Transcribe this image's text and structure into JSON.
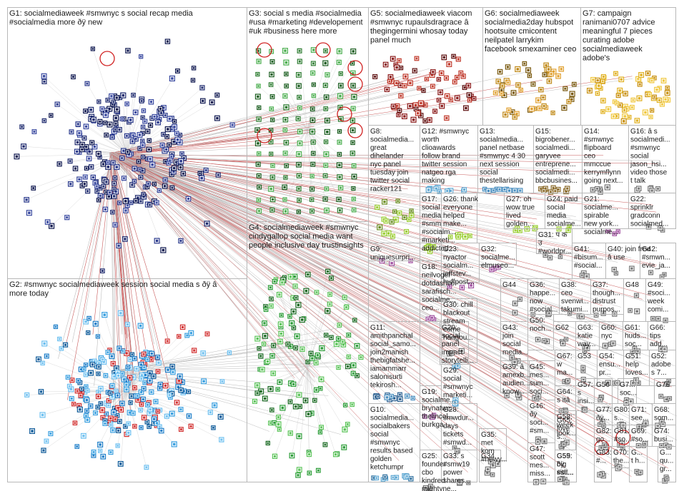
{
  "chart_data": {
    "type": "network",
    "groups": [
      {
        "id": "G1",
        "lines": [
          "G1: socialmediaweek #smwnyc s social recap media",
          "#socialmedia more ðÿ new"
        ],
        "palette": [
          "#1e2a6e",
          "#2b3a8c",
          "#0f1850",
          "#3a4aa0"
        ]
      },
      {
        "id": "G2",
        "lines": [
          "G2: #smwnyc socialmediaweek session social media s ðÿ â",
          "more today"
        ],
        "palette": [
          "#1f7fc9",
          "#3aa0e0",
          "#0d5a99",
          "#6ec0f0",
          "#d23030"
        ]
      },
      {
        "id": "G3",
        "lines": [
          "G3: social s media #socialmedia",
          "#usa #marketing #developement",
          "#uk #business here more"
        ],
        "palette": [
          "#2e7d32",
          "#1b5e20",
          "#4caf50"
        ]
      },
      {
        "id": "G4",
        "lines": [
          "G4: socialmediaweek #smwnyc",
          "cindygallop social media want",
          "people inclusive day trustinsights"
        ],
        "palette": [
          "#2e9e3a",
          "#5cc45a",
          "#1b6b24"
        ]
      },
      {
        "id": "G5",
        "lines": [
          "G5: socialmediaweek viacom",
          "#smwnyc rupaulsdragrace â",
          "thegingermini whosay today",
          "panel much"
        ],
        "palette": [
          "#8b1a1a",
          "#c0392b",
          "#5d0f0f"
        ]
      },
      {
        "id": "G6",
        "lines": [
          "G6: socialmediaweek",
          "socialmedia2day hubspot",
          "hootsuite cmicontent",
          "neilpatel larrykim",
          "facebook smexaminer ceo"
        ],
        "palette": [
          "#c08a1a",
          "#e0a030",
          "#7a5a10"
        ]
      },
      {
        "id": "G7",
        "lines": [
          "G7: campaign",
          "ranimani0707 advice",
          "meaningful 7 pieces",
          "curating adobe",
          "socialmediaweek",
          "adobe's"
        ],
        "palette": [
          "#e0b020",
          "#f0c840",
          "#c89010"
        ]
      },
      {
        "id": "G8",
        "lines": [
          "G8:",
          "socialmedia...",
          "great",
          "dihelander",
          "nyc panel",
          "tuesday join",
          "twitter social",
          "racker121"
        ],
        "palette": [
          "#9acd32",
          "#6b8e23"
        ]
      },
      {
        "id": "G9",
        "lines": [
          "G9:",
          "uniquesurpri..."
        ],
        "palette": [
          "#c080c0",
          "#a050a0"
        ]
      },
      {
        "id": "G10",
        "lines": [
          "G10:",
          "socialmedia...",
          "socialbakers",
          "social",
          "#smwnyc",
          "results based",
          "golden",
          "ketchumpr"
        ],
        "palette": [
          "#5fa8d3",
          "#2e6f9e"
        ]
      },
      {
        "id": "G11",
        "lines": [
          "G11:",
          "amithpanchal",
          "social_samo...",
          "join2manish",
          "thebigfatshe...",
          "iamammarr",
          "salonisurti",
          "tekirosh..."
        ],
        "palette": [
          "#4a8fc0",
          "#2a5f90"
        ]
      },
      {
        "id": "G12",
        "lines": [
          "G12: #smwnyc",
          "worth",
          "clioawards",
          "follow brand",
          "twitter session",
          "natgeo rga",
          "making"
        ],
        "palette": [
          "#5fa8d3"
        ]
      },
      {
        "id": "G13",
        "lines": [
          "G13:",
          "socialmedia...",
          "panel netbase",
          "#smwnyc 4 30",
          "next session",
          "social",
          "thestellarising"
        ],
        "palette": [
          "#4a8fc0"
        ]
      },
      {
        "id": "G14",
        "lines": [
          "G14:",
          "#smwnyc",
          "flipboard",
          "ceo",
          "mmccue",
          "kerrymflynn",
          "going next..."
        ],
        "palette": [
          "#777777"
        ]
      },
      {
        "id": "G15",
        "lines": [
          "G15:",
          "bigrobener...",
          "socialmedi...",
          "garyvee",
          "entreprene...",
          "socialmedi...",
          "bbcbusines..."
        ],
        "palette": [
          "#8a6a2a"
        ]
      },
      {
        "id": "G16",
        "lines": [
          "G16: â s",
          "socialmedi...",
          "#smwnyc",
          "social",
          "jason_hsi...",
          "video those",
          "t talk"
        ],
        "palette": [
          "#777777"
        ]
      },
      {
        "id": "G17",
        "lines": [
          "G17:",
          "social",
          "media",
          "#smm",
          "#socialm...",
          "#marketi...",
          "addicted..."
        ],
        "palette": [
          "#9acd32"
        ]
      },
      {
        "id": "G18",
        "lines": [
          "G18:",
          "neilvogel",
          "dotdashco",
          "sarafisch...",
          "socialme...",
          "ceo..."
        ],
        "palette": [
          "#a050a0"
        ]
      },
      {
        "id": "G19",
        "lines": [
          "G19:",
          "socialme...",
          "brynatwe...",
          "thelincol...",
          "burkga..."
        ],
        "palette": [
          "#a050a0"
        ]
      },
      {
        "id": "G20",
        "lines": [
          "G20:",
          "social",
          "panel",
          "impact",
          "storytelli..."
        ],
        "palette": [
          "#5fa8d3"
        ]
      },
      {
        "id": "G21",
        "lines": [
          "G21:",
          "socialme...",
          "spirable",
          "new york...",
          "socialme..."
        ],
        "palette": [
          "#a050a0"
        ]
      },
      {
        "id": "G22",
        "lines": [
          "G22:",
          "sprinklr",
          "gradconn",
          "socialmed..."
        ],
        "palette": [
          "#777777"
        ]
      },
      {
        "id": "G23",
        "lines": [
          "G23:",
          "nyactor",
          "socialm...",
          "jeffstev...",
          "huffpost..."
        ],
        "palette": [
          "#a050a0"
        ]
      },
      {
        "id": "G24",
        "lines": [
          "G24: paid",
          "social",
          "media",
          "socialme..."
        ],
        "palette": [
          "#9acd32"
        ]
      },
      {
        "id": "G25",
        "lines": [
          "G25:",
          "founder",
          "cbo",
          "kindred",
          "mightyne..."
        ],
        "palette": [
          "#777777"
        ]
      },
      {
        "id": "G26",
        "lines": [
          "G26: thank",
          "everyone",
          "helped",
          "make..."
        ],
        "palette": [
          "#9acd32"
        ]
      },
      {
        "id": "G27",
        "lines": [
          "G27: oh",
          "wow true",
          "lived",
          "golden..."
        ],
        "palette": [
          "#9acd32"
        ]
      },
      {
        "id": "G28",
        "lines": [
          "G28:",
          "smwdur...",
          "days",
          "tickets",
          "#smwd..."
        ],
        "palette": [
          "#777777"
        ]
      },
      {
        "id": "G29",
        "lines": [
          "G29:",
          "social",
          "#smwnyc",
          "marketi..."
        ],
        "palette": [
          "#5fa8d3"
        ]
      },
      {
        "id": "G30",
        "lines": [
          "G30: chill",
          "blackout",
          "stream",
          "come",
          "hangou..."
        ],
        "palette": [
          "#777777"
        ]
      },
      {
        "id": "G31",
        "lines": [
          "G31: प क",
          "उ",
          "#worldpr..."
        ],
        "palette": [
          "#777777"
        ]
      },
      {
        "id": "G32",
        "lines": [
          "G32:",
          "socialme...",
          "elmuseo..."
        ],
        "palette": [
          "#a050a0"
        ]
      },
      {
        "id": "G33",
        "lines": [
          "G33: s",
          "#smw19",
          "power",
          "shares..."
        ],
        "palette": [
          "#777777"
        ]
      },
      {
        "id": "G34",
        "lines": [
          "G34"
        ],
        "palette": [
          "#777777"
        ]
      },
      {
        "id": "G35",
        "lines": [
          "G35:",
          "met",
          "kom",
          "#newy..."
        ],
        "palette": [
          "#777777"
        ]
      },
      {
        "id": "G36",
        "lines": [
          "G36:",
          "happe...",
          "now",
          "#social..."
        ],
        "palette": [
          "#777777"
        ]
      },
      {
        "id": "G37",
        "lines": [
          "G37:",
          "though...",
          "distrust",
          "purpos..."
        ],
        "palette": [
          "#777777"
        ]
      },
      {
        "id": "G38",
        "lines": [
          "G38:",
          "ceo",
          "svenwi...",
          "takumi..."
        ],
        "palette": [
          "#777777"
        ]
      },
      {
        "id": "G39",
        "lines": [
          "G39: â",
          "amexb...",
          "audien...",
          "know..."
        ],
        "palette": [
          "#777777"
        ]
      },
      {
        "id": "G40",
        "lines": [
          "G40: join free",
          "â use"
        ],
        "palette": [
          "#777777"
        ]
      },
      {
        "id": "G41",
        "lines": [
          "G41:",
          "#bisum...",
          "#social..."
        ],
        "palette": [
          "#777777"
        ]
      },
      {
        "id": "G42",
        "lines": [
          "G42:",
          "#smwn...",
          "evie_ja..."
        ],
        "palette": [
          "#777777"
        ]
      },
      {
        "id": "G43",
        "lines": [
          "G43:",
          "join",
          "social",
          "media..."
        ],
        "palette": [
          "#777777"
        ]
      },
      {
        "id": "G44",
        "lines": [
          "G44"
        ],
        "palette": [
          "#777777"
        ]
      },
      {
        "id": "G45",
        "lines": [
          "G45:",
          "mes...",
          "sum...",
          "soci..."
        ],
        "palette": [
          "#777777"
        ]
      },
      {
        "id": "G46",
        "lines": [
          "G46:",
          "ðÿ",
          "soci...",
          "#sm..."
        ],
        "palette": [
          "#777777"
        ]
      },
      {
        "id": "G47",
        "lines": [
          "G47:",
          "scott",
          "mes...",
          "miss..."
        ],
        "palette": [
          "#777777"
        ]
      },
      {
        "id": "G48",
        "lines": [
          "G48"
        ],
        "palette": [
          "#777777"
        ]
      },
      {
        "id": "G49",
        "lines": [
          "G49:",
          "#soci...",
          "week",
          "comi..."
        ],
        "palette": [
          "#777777"
        ]
      },
      {
        "id": "G50",
        "lines": [
          "G50:",
          "noch..."
        ],
        "palette": [
          "#777777"
        ]
      },
      {
        "id": "G51",
        "lines": [
          "G51:",
          "help",
          "loves..."
        ],
        "palette": [
          "#777777"
        ]
      },
      {
        "id": "G52",
        "lines": [
          "G52:",
          "adobe",
          "s 7..."
        ],
        "palette": [
          "#777777"
        ]
      },
      {
        "id": "G53",
        "lines": [
          "G53"
        ],
        "palette": [
          "#777777"
        ]
      },
      {
        "id": "G54",
        "lines": [
          "G54:",
          "ensu...",
          "pr..."
        ],
        "palette": [
          "#777777"
        ]
      },
      {
        "id": "G55",
        "lines": [
          "G55:",
          "big",
          "#sit..."
        ],
        "palette": [
          "#777777"
        ]
      },
      {
        "id": "G56",
        "lines": [
          "G56"
        ],
        "palette": [
          "#777777"
        ]
      },
      {
        "id": "G57",
        "lines": [
          "G57:",
          "s",
          "insi..."
        ],
        "palette": [
          "#777777"
        ]
      },
      {
        "id": "G58",
        "lines": [
          "G58:",
          "week",
          "look..."
        ],
        "palette": [
          "#777777"
        ]
      },
      {
        "id": "G59",
        "lines": [
          "G59:",
          "ðÿ",
          "sitti..."
        ],
        "palette": [
          "#777777"
        ]
      },
      {
        "id": "G60",
        "lines": [
          "G60:",
          "nyc"
        ],
        "palette": [
          "#777777"
        ]
      },
      {
        "id": "G61",
        "lines": [
          "G61:",
          "huds...",
          "soc..."
        ],
        "palette": [
          "#777777"
        ]
      },
      {
        "id": "G62",
        "lines": [
          "G62"
        ],
        "palette": [
          "#777777"
        ]
      },
      {
        "id": "G63",
        "lines": [
          "G63:",
          "katie",
          "way..."
        ],
        "palette": [
          "#777777"
        ]
      },
      {
        "id": "G64",
        "lines": [
          "G64:",
          "s itâ"
        ],
        "palette": [
          "#777777"
        ]
      },
      {
        "id": "G65",
        "lines": [
          "G65:",
          "love",
          "s..."
        ],
        "palette": [
          "#777777"
        ]
      },
      {
        "id": "G66",
        "lines": [
          "G66:",
          "tips",
          "add..."
        ],
        "palette": [
          "#777777"
        ]
      },
      {
        "id": "G67",
        "lines": [
          "G67:",
          "w",
          "ma..."
        ],
        "palette": [
          "#777777"
        ]
      },
      {
        "id": "G68",
        "lines": [
          "G68:",
          "som..."
        ],
        "palette": [
          "#777777"
        ]
      },
      {
        "id": "G69",
        "lines": [
          "G69:",
          "#so..."
        ],
        "palette": [
          "#777777"
        ]
      },
      {
        "id": "G70",
        "lines": [
          "G70:",
          "the..."
        ],
        "palette": [
          "#777777"
        ]
      },
      {
        "id": "G71",
        "lines": [
          "G71:",
          "see..."
        ],
        "palette": [
          "#777777"
        ]
      },
      {
        "id": "G72",
        "lines": [
          "G7...",
          "soc..."
        ],
        "palette": [
          "#777777"
        ]
      },
      {
        "id": "G73",
        "lines": [
          "G...",
          "t h..."
        ],
        "palette": [
          "#777777"
        ]
      },
      {
        "id": "G74",
        "lines": [
          "G74:",
          "busi..."
        ],
        "palette": [
          "#777777"
        ]
      },
      {
        "id": "G75",
        "lines": [
          "G...",
          "qu...",
          "gr..."
        ],
        "palette": [
          "#777777"
        ]
      },
      {
        "id": "G76",
        "lines": [
          "G76"
        ],
        "palette": [
          "#777777"
        ]
      },
      {
        "id": "G77",
        "lines": [
          "G77:",
          "ðÿ..."
        ],
        "palette": [
          "#777777"
        ]
      },
      {
        "id": "G80",
        "lines": [
          "G80:",
          "s..."
        ],
        "palette": [
          "#777777"
        ]
      },
      {
        "id": "G81",
        "lines": [
          "G81:",
          "#so..."
        ],
        "palette": [
          "#777777"
        ]
      },
      {
        "id": "G82",
        "lines": [
          "G82:",
          "go..."
        ],
        "palette": [
          "#777777"
        ]
      },
      {
        "id": "G83",
        "lines": [
          "G83:",
          "#..."
        ],
        "palette": [
          "#777777"
        ]
      }
    ]
  }
}
